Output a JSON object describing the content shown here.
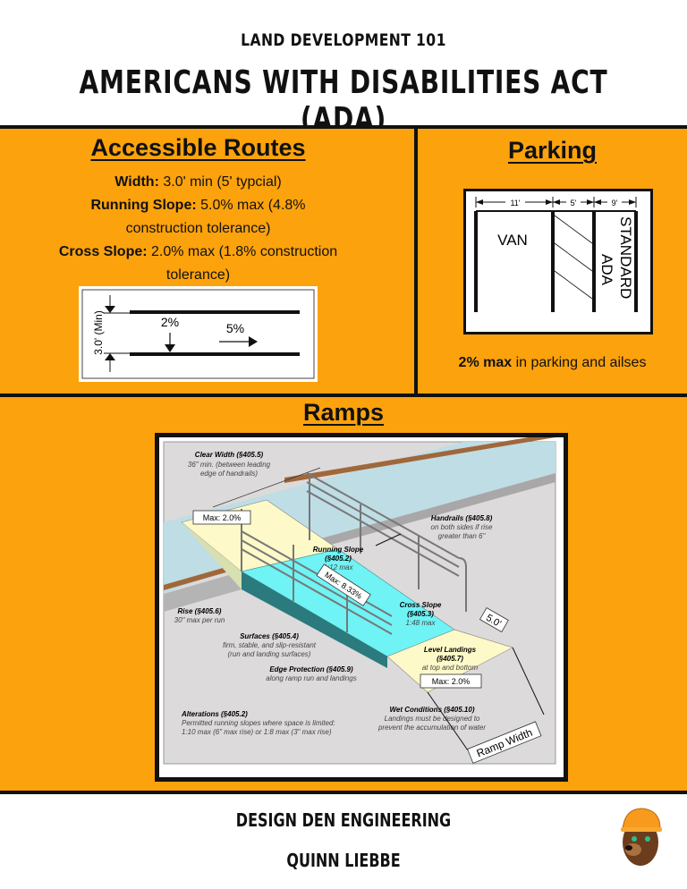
{
  "header": {
    "subtitle": "LAND DEVELOPMENT 101",
    "title": "AMERICANS WITH DISABILITIES ACT (ADA)"
  },
  "colors": {
    "background_accent": "#fca20c",
    "border": "#111111",
    "ramp_surface": "#6ff3f5",
    "landing": "#fdf9c8"
  },
  "accessible_routes": {
    "title": "Accessible Routes",
    "specs": [
      {
        "label": "Width:",
        "value": "3.0' min (5' typcial)"
      },
      {
        "label": "Running Slope:",
        "value": "5.0% max (4.8% construction tolerance)"
      },
      {
        "label": "Cross Slope:",
        "value": "2.0% max (1.8% construction tolerance)"
      }
    ],
    "diagram": {
      "width_label": "3.0' (Min)",
      "cross_slope_label": "2%",
      "running_slope_label": "5%"
    }
  },
  "parking": {
    "title": "Parking",
    "diagram": {
      "dims": [
        "11'",
        "5'",
        "9'"
      ],
      "van_label": "VAN",
      "standard_label": "STANDARD",
      "ada_label": "ADA"
    },
    "note_bold": "2% max",
    "note_rest": " in parking and ailses"
  },
  "ramps": {
    "title": "Ramps",
    "callouts": {
      "clear_width_title": "Clear Width (§405.5)",
      "clear_width_l1": "36\" min. (between leading",
      "clear_width_l2": "edge of handrails)",
      "top_max": "Max: 2.0%",
      "handrails_title": "Handrails (§405.8)",
      "handrails_l1": "on both sides if rise",
      "handrails_l2": "greater than 6\"",
      "running_slope_t1": "Running Slope",
      "running_slope_t2": "(§405.2)",
      "running_slope_l": "1:12 max",
      "running_max": "Max: 8.33%",
      "rise_title": "Rise (§405.6)",
      "rise_l": "30\" max per run",
      "cross_slope_t1": "Cross Slope",
      "cross_slope_t2": "(§405.3)",
      "cross_slope_l": "1:48 max",
      "landing_dim": "5.0'",
      "surfaces_title": "Surfaces (§405.4)",
      "surfaces_l1": "firm, stable, and slip-resistant",
      "surfaces_l2": "(run and landing surfaces)",
      "landings_t1": "Level Landings",
      "landings_t2": "(§405.7)",
      "landings_l": "at top and bottom",
      "bottom_max": "Max: 2.0%",
      "edge_title": "Edge Protection (§405.9)",
      "edge_l": "along ramp run and landings",
      "alterations_title": "Alterations (§405.2)",
      "alterations_l1": "Permitted running slopes where space is limited:",
      "alterations_l2": "1:10 max (6\" max rise) or 1:8 max (3\" max rise)",
      "wet_title": "Wet Conditions (§405.10)",
      "wet_l1": "Landings must be designed to",
      "wet_l2": "prevent the accumulation of water",
      "ramp_width": "Ramp Width"
    }
  },
  "footer": {
    "company": "DESIGN DEN ENGINEERING",
    "author": "QUINN LIEBBE",
    "logo_icon": "bear-hardhat-mascot"
  }
}
